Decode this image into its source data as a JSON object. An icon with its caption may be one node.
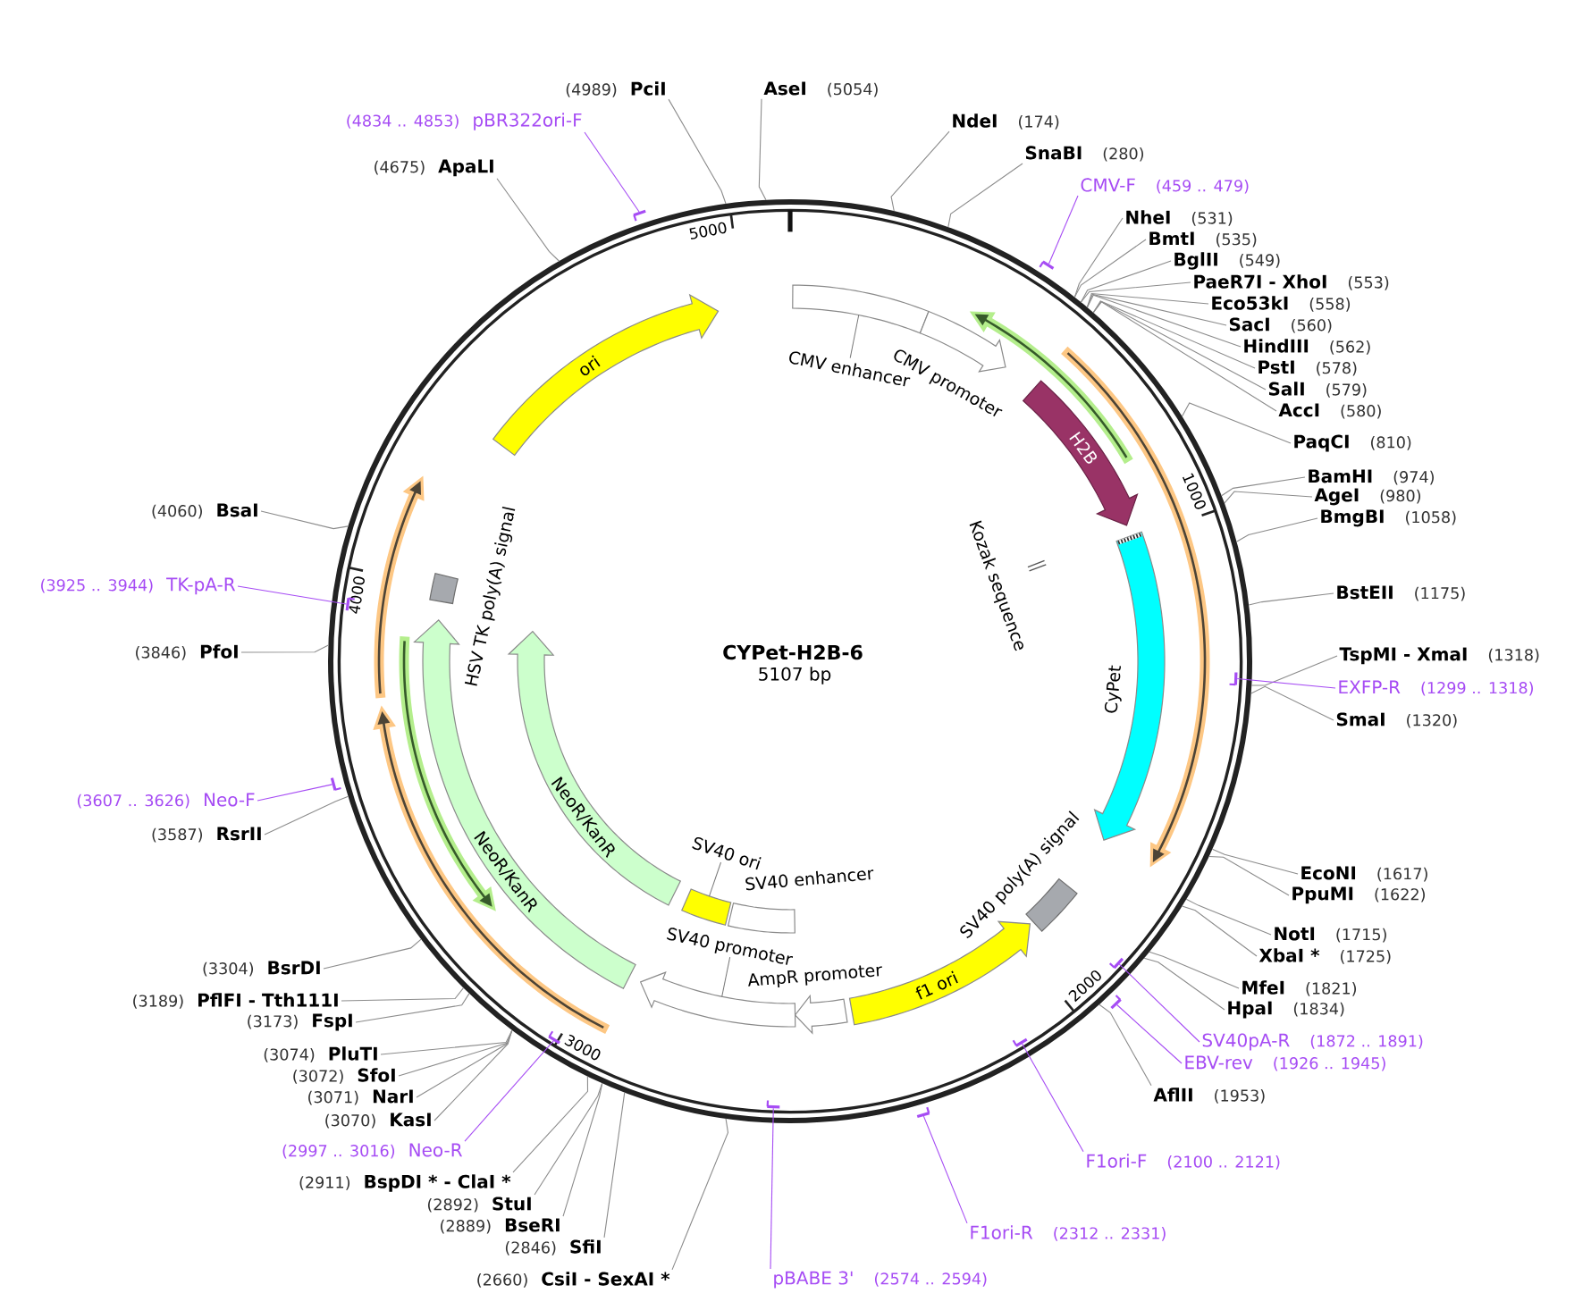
{
  "diagram": {
    "nodes": [
      {
        "text": [
          "CYPet-H2B-6",
          "5107 bp"
        ]
      },
      {
        "text": [
          "CMV enhancer"
        ],
        "in": 0
      },
      {
        "text": [
          "CMV promoter"
        ],
        "in": 0
      },
      {
        "text": [
          "H2B"
        ],
        "in": 0
      },
      {
        "text": [
          "Kozak sequence"
        ],
        "in": 0
      },
      {
        "text": [
          "CyPet"
        ],
        "in": 0
      },
      {
        "text": [
          "SV40 poly(A) signal"
        ],
        "in": 0
      },
      {
        "text": [
          "f1 ori"
        ],
        "in": 0
      },
      {
        "text": [
          "AmpR promoter"
        ],
        "in": 0
      },
      {
        "text": [
          "SV40 promoter"
        ],
        "in": 0
      },
      {
        "text": [
          "SV40 enhancer"
        ],
        "in": 0
      },
      {
        "text": [
          "SV40 ori"
        ],
        "in": 0
      },
      {
        "text": [
          "NeoR/KanR"
        ],
        "in": 0
      },
      {
        "text": [
          "NeoR/KanR"
        ],
        "in": 0
      },
      {
        "text": [
          "HSV TK poly(A) signal"
        ],
        "in": 0
      },
      {
        "text": [
          "ori"
        ],
        "in": 0
      },
      {
        "text": [],
        "shape": "bar"
      },
      {
        "text": [],
        "shape": "bar"
      },
      {
        "text": [],
        "shape": "bar",
        "in": 0
      },
      {
        "text": [],
        "shape": "bar",
        "in": 0
      },
      {
        "text": [],
        "shape": "bar"
      },
      {
        "text": [],
        "shape": "bar",
        "in": 0
      },
      {
        "text": [],
        "shape": "bar"
      },
      {
        "text": [],
        "shape": "bar",
        "in": 0
      },
      {
        "text": [],
        "shape": "bar",
        "in": 0
      },
      {
        "text": [],
        "shape": "bar"
      },
      {
        "text": [],
        "shape": "bar",
        "in": 0
      },
      {
        "text": [
          "(4989)",
          "PciI"
        ]
      },
      {
        "text": [
          "AseI",
          "(5054)"
        ]
      },
      {
        "text": [
          "(4834 .. 4853)",
          "pBR322ori-F"
        ]
      },
      {
        "text": [
          "NdeI",
          "(174)"
        ]
      },
      {
        "text": [
          "SnaBI",
          "(280)"
        ]
      },
      {
        "text": [
          "(4675)",
          "ApaLI"
        ]
      },
      {
        "text": [
          "CMV-F",
          "(459 .. 479)"
        ]
      },
      {
        "text": [
          "NheI",
          "(531)"
        ]
      },
      {
        "text": [
          "BmtI",
          "(535)"
        ]
      },
      {
        "text": [
          "BglII",
          "(549)"
        ]
      },
      {
        "text": [
          "PaeR7I - XhoI",
          "(553)"
        ]
      },
      {
        "text": [
          "Eco53kI",
          "(558)"
        ]
      },
      {
        "text": [
          "SacI",
          "(560)"
        ]
      },
      {
        "text": [
          "HindIII",
          "(562)"
        ]
      },
      {
        "text": [
          "PstI",
          "(578)"
        ]
      },
      {
        "text": [
          "SalI",
          "(579)"
        ]
      },
      {
        "text": [
          "AccI",
          "(580)"
        ]
      },
      {
        "text": [
          "PaqCI",
          "(810)"
        ]
      },
      {
        "text": [
          "BamHI",
          "(974)"
        ]
      },
      {
        "text": [
          "AgeI",
          "(980)"
        ]
      },
      {
        "text": [
          "(4060)",
          "BsaI"
        ]
      },
      {
        "text": [
          "BmgBI",
          "(1058)"
        ]
      },
      {
        "text": [
          "(3925 .. 3944)",
          "TK-pA-R"
        ]
      },
      {
        "text": [
          "BstEII",
          "(1175)"
        ]
      },
      {
        "text": [
          "(3846)",
          "PfoI"
        ]
      },
      {
        "text": [
          "TspMI - XmaI",
          "(1318)"
        ]
      },
      {
        "text": [
          "EXFP-R",
          "(1299 .. 1318)"
        ]
      },
      {
        "text": [
          "SmaI",
          "(1320)"
        ]
      },
      {
        "text": [
          "(3607 .. 3626)",
          "Neo-F"
        ]
      },
      {
        "text": [
          "(3587)",
          "RsrII"
        ]
      },
      {
        "text": [
          "EcoNI",
          "(1617)"
        ]
      },
      {
        "text": [
          "PpuMI",
          "(1622)"
        ]
      },
      {
        "text": [
          "NotI",
          "(1715)"
        ]
      },
      {
        "text": [
          "XbaI *",
          "(1725)"
        ]
      },
      {
        "text": [
          "(3304)",
          "BsrDI"
        ]
      },
      {
        "text": [
          "MfeI",
          "(1821)"
        ]
      },
      {
        "text": [
          "(3189)",
          "PflFI - Tth111I"
        ]
      },
      {
        "text": [
          "HpaI",
          "(1834)"
        ]
      },
      {
        "text": [
          "(3173)",
          "FspI"
        ]
      },
      {
        "text": [
          "SV40pA-R",
          "(1872 .. 1891)"
        ]
      },
      {
        "text": [
          "(3074)",
          "PluTI"
        ]
      },
      {
        "text": [
          "EBV-rev",
          "(1926 .. 1945)"
        ]
      },
      {
        "text": [
          "(3072)",
          "SfoI"
        ]
      },
      {
        "text": [
          "AflII",
          "(1953)"
        ]
      },
      {
        "text": [
          "(3071)",
          "NarI"
        ]
      },
      {
        "text": [
          "(3070)",
          "KasI"
        ]
      },
      {
        "text": [
          "(2997 .. 3016)",
          "Neo-R"
        ]
      },
      {
        "text": [
          "F1ori-F",
          "(2100 .. 2121)"
        ]
      },
      {
        "text": [
          "(2911)",
          "BspDI * - ClaI *"
        ]
      },
      {
        "text": [
          "(2892)",
          "StuI"
        ]
      },
      {
        "text": [
          "(2889)",
          "BseRI"
        ]
      },
      {
        "text": [
          "F1ori-R",
          "(2312 .. 2331)"
        ]
      },
      {
        "text": [
          "(2846)",
          "SfiI"
        ]
      },
      {
        "text": [
          "(2660)",
          "CsiI - SexAI *"
        ]
      },
      {
        "text": [
          "pBABE 3'",
          "(2574 .. 2594)"
        ]
      }
    ],
    "edges": [
      {
        "from": 27,
        "to": 0,
        "arrow": "none"
      },
      {
        "from": 28,
        "to": 0,
        "arrow": "none"
      },
      {
        "from": 29,
        "to": 16,
        "arrow": "none",
        "color": "#a64cf4"
      },
      {
        "from": 30,
        "to": 0,
        "arrow": "none"
      },
      {
        "from": 31,
        "to": 0,
        "arrow": "none"
      },
      {
        "from": 32,
        "to": 0,
        "arrow": "none"
      },
      {
        "from": 33,
        "to": 17,
        "arrow": "none",
        "color": "#a64cf4"
      },
      {
        "from": 34,
        "to": 0,
        "arrow": "none"
      },
      {
        "from": 35,
        "to": 0,
        "arrow": "none"
      },
      {
        "from": 36,
        "to": 0,
        "arrow": "none"
      },
      {
        "from": 37,
        "to": 0,
        "arrow": "none"
      },
      {
        "from": 38,
        "to": 0,
        "arrow": "none"
      },
      {
        "from": 39,
        "to": 0,
        "arrow": "none"
      },
      {
        "from": 40,
        "to": 0,
        "arrow": "none"
      },
      {
        "from": 41,
        "to": 0,
        "arrow": "none"
      },
      {
        "from": 42,
        "to": 0,
        "arrow": "none"
      },
      {
        "from": 43,
        "to": 0,
        "arrow": "none"
      },
      {
        "from": 44,
        "to": 0,
        "arrow": "none"
      },
      {
        "from": 45,
        "to": 0,
        "arrow": "none"
      },
      {
        "from": 46,
        "to": 0,
        "arrow": "none"
      },
      {
        "from": 47,
        "to": 0,
        "arrow": "none"
      },
      {
        "from": 48,
        "to": 0,
        "arrow": "none"
      },
      {
        "from": 49,
        "to": 26,
        "arrow": "none",
        "color": "#a64cf4"
      },
      {
        "from": 50,
        "to": 0,
        "arrow": "none"
      },
      {
        "from": 51,
        "to": 0,
        "arrow": "none"
      },
      {
        "from": 52,
        "to": 0,
        "arrow": "none"
      },
      {
        "from": 53,
        "to": 18,
        "arrow": "none",
        "color": "#a64cf4"
      },
      {
        "from": 54,
        "to": 0,
        "arrow": "none"
      },
      {
        "from": 55,
        "to": 25,
        "arrow": "none",
        "color": "#a64cf4"
      },
      {
        "from": 56,
        "to": 0,
        "arrow": "none"
      },
      {
        "from": 57,
        "to": 0,
        "arrow": "none"
      },
      {
        "from": 58,
        "to": 0,
        "arrow": "none"
      },
      {
        "from": 59,
        "to": 0,
        "arrow": "none"
      },
      {
        "from": 60,
        "to": 0,
        "arrow": "none"
      },
      {
        "from": 61,
        "to": 0,
        "arrow": "none"
      },
      {
        "from": 62,
        "to": 0,
        "arrow": "none"
      },
      {
        "from": 63,
        "to": 0,
        "arrow": "none"
      },
      {
        "from": 64,
        "to": 0,
        "arrow": "none"
      },
      {
        "from": 65,
        "to": 0,
        "arrow": "none"
      },
      {
        "from": 66,
        "to": 19,
        "arrow": "none",
        "color": "#a64cf4"
      },
      {
        "from": 67,
        "to": 0,
        "arrow": "none"
      },
      {
        "from": 68,
        "to": 20,
        "arrow": "none",
        "color": "#a64cf4"
      },
      {
        "from": 69,
        "to": 0,
        "arrow": "none"
      },
      {
        "from": 70,
        "to": 0,
        "arrow": "none"
      },
      {
        "from": 71,
        "to": 0,
        "arrow": "none"
      },
      {
        "from": 72,
        "to": 0,
        "arrow": "none"
      },
      {
        "from": 73,
        "to": 24,
        "arrow": "none",
        "color": "#a64cf4"
      },
      {
        "from": 74,
        "to": 21,
        "arrow": "none",
        "color": "#a64cf4"
      },
      {
        "from": 75,
        "to": 0,
        "arrow": "none"
      },
      {
        "from": 76,
        "to": 0,
        "arrow": "none"
      },
      {
        "from": 77,
        "to": 0,
        "arrow": "none"
      },
      {
        "from": 78,
        "to": 22,
        "arrow": "none",
        "color": "#a64cf4"
      },
      {
        "from": 79,
        "to": 0,
        "arrow": "none"
      },
      {
        "from": 80,
        "to": 0,
        "arrow": "none"
      },
      {
        "from": 81,
        "to": 23,
        "arrow": "none",
        "color": "#a64cf4"
      }
    ],
    "labels": [
      "5000",
      "1000",
      "4000",
      "2000",
      "3000"
    ]
  }
}
